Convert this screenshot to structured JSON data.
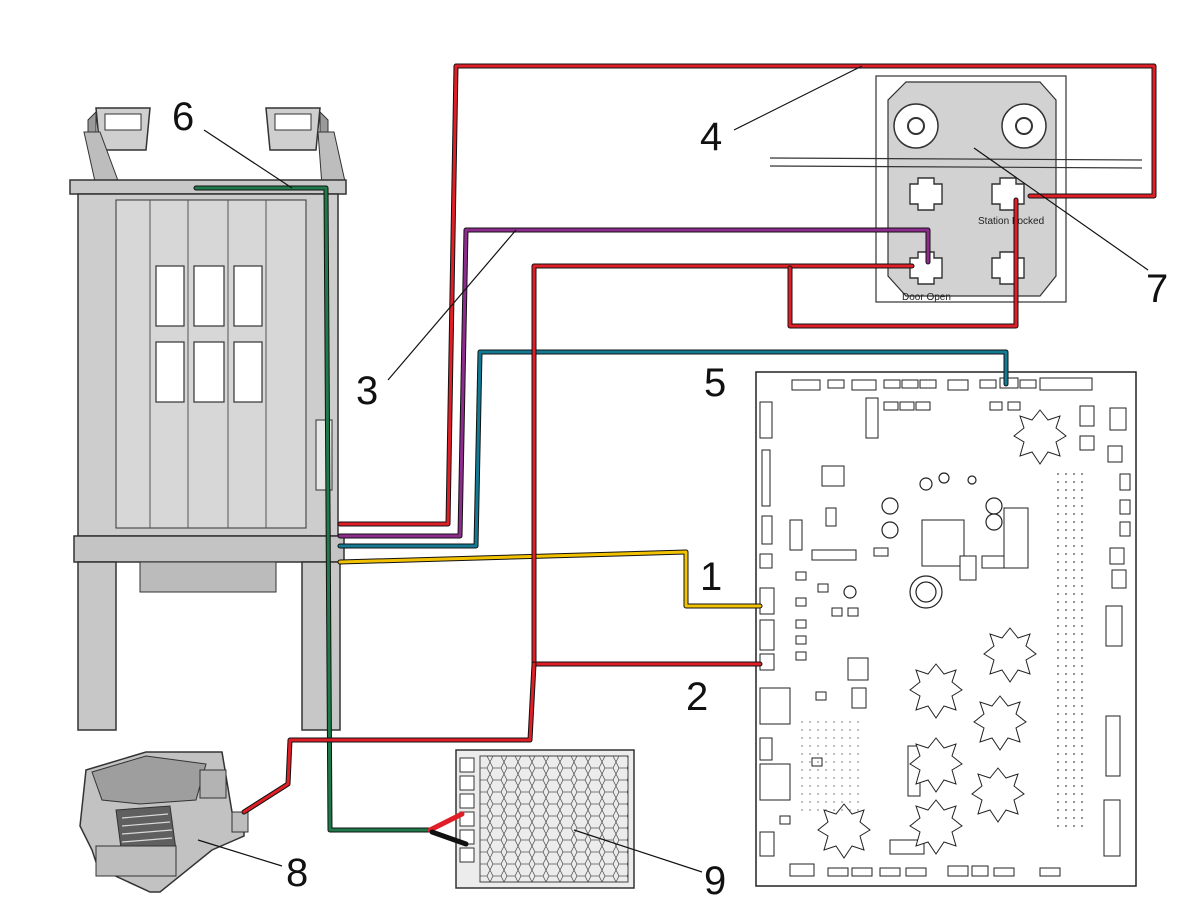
{
  "callouts": {
    "c1": "1",
    "c2": "2",
    "c3": "3",
    "c4": "4",
    "c5": "5",
    "c6": "6",
    "c7": "7",
    "c8": "8",
    "c9": "9"
  },
  "ports": {
    "station_locked": "Station Locked",
    "door_open": "Door Open"
  },
  "colors": {
    "red_wire": "#e01e26",
    "purple_wire": "#8e2c8e",
    "blue_wire": "#137a94",
    "yellow_wire": "#f2c200",
    "green_wire": "#1f7a4a",
    "black_wire": "#111111",
    "panel_gray": "#d2d2d2",
    "board_line": "#222222"
  },
  "icons": {
    "cabinet": "cabinet-icon",
    "interface_box": "interface-box-icon",
    "control_board": "circuit-board-icon",
    "foot_pedal": "foot-pedal-icon",
    "power_supply": "power-supply-icon"
  }
}
